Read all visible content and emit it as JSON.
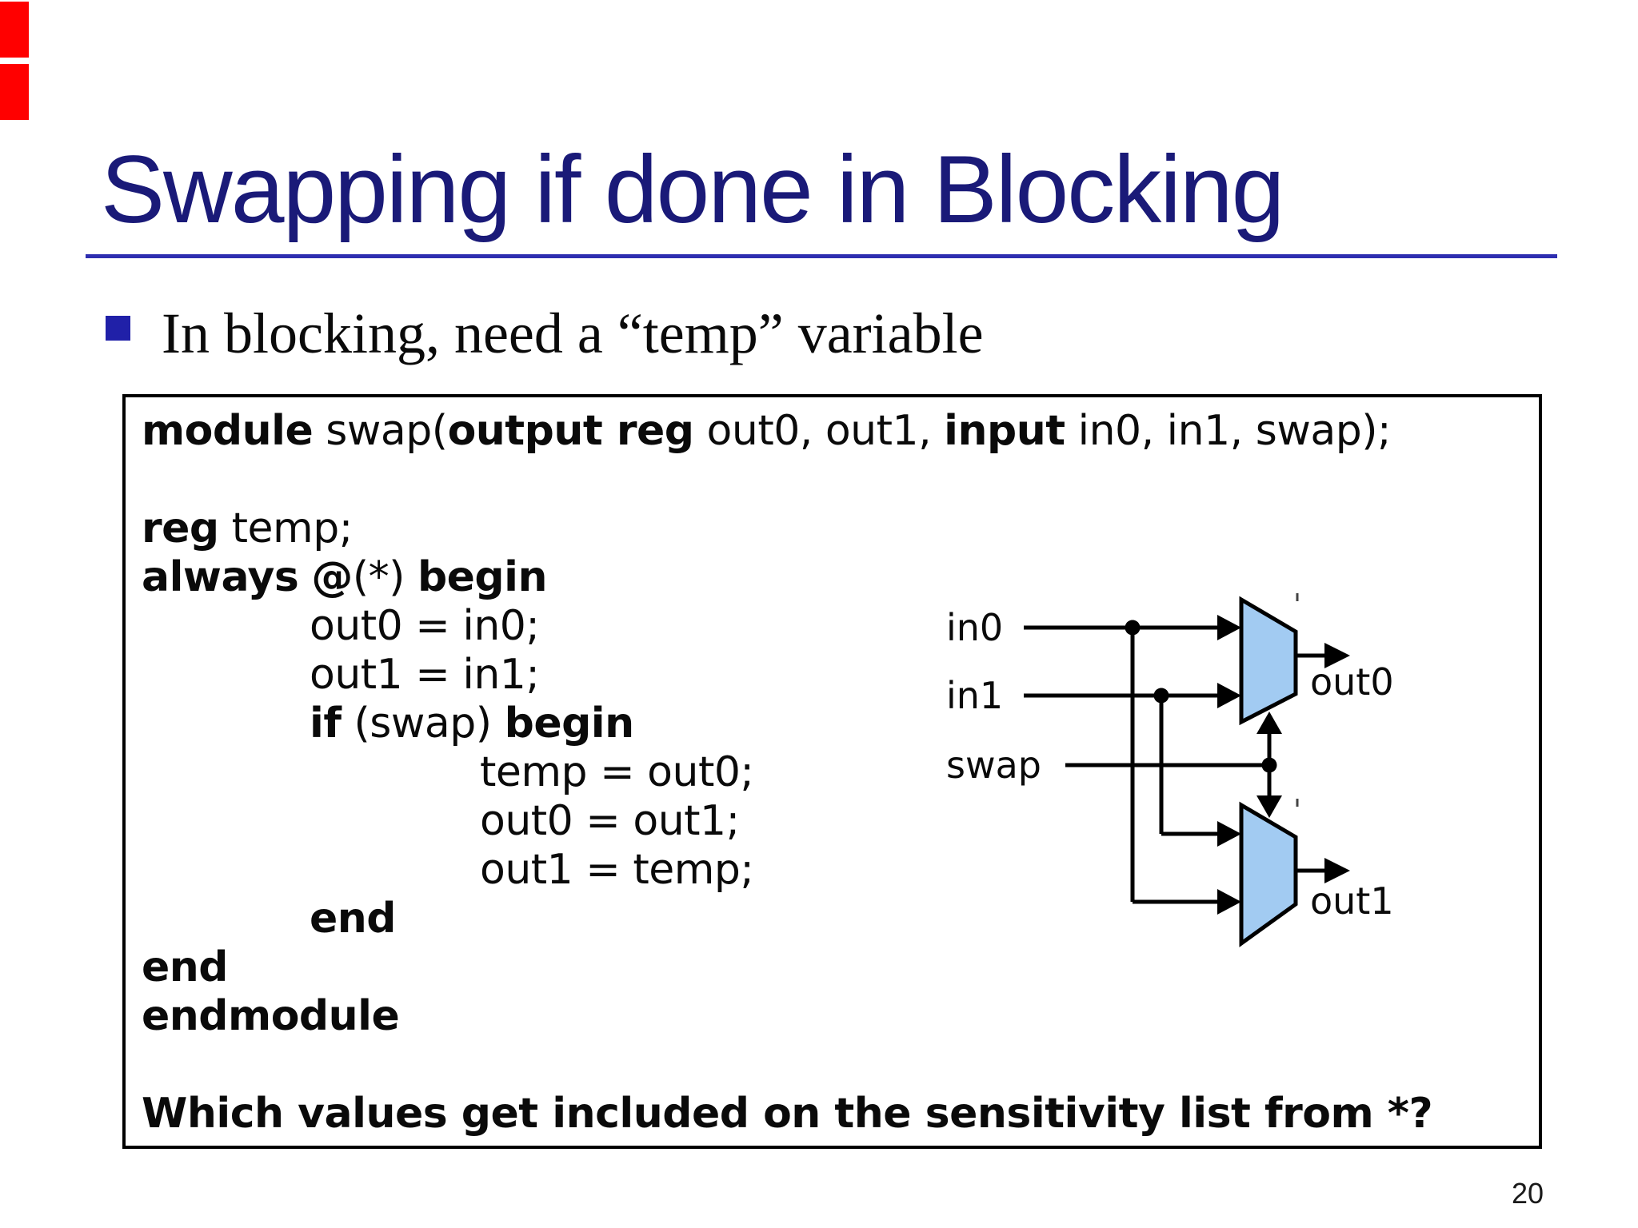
{
  "slide": {
    "title": "Swapping if done in Blocking",
    "bullet": "In blocking, need a “temp” variable",
    "page_number": "20"
  },
  "colors": {
    "title": "#1A1A78",
    "underline": "#2E2EB0",
    "bullet_marker": "#2020A8",
    "accent_red": "#FF0000",
    "mux_fill": "#A2CBF2",
    "wire": "#000000"
  },
  "code": {
    "lines": [
      {
        "indent": 0,
        "segments": [
          {
            "t": "module",
            "b": true
          },
          {
            "t": " swap(",
            "b": false
          },
          {
            "t": "output reg",
            "b": true
          },
          {
            "t": " out0, out1, ",
            "b": false
          },
          {
            "t": "input",
            "b": true
          },
          {
            "t": " in0, in1, swap);",
            "b": false
          }
        ]
      },
      {
        "indent": 0,
        "segments": []
      },
      {
        "indent": 0,
        "segments": [
          {
            "t": "reg",
            "b": true
          },
          {
            "t": " temp;",
            "b": false
          }
        ]
      },
      {
        "indent": 0,
        "segments": [
          {
            "t": "always",
            "b": true
          },
          {
            "t": " ",
            "b": false
          },
          {
            "t": "@",
            "b": true
          },
          {
            "t": "(*) ",
            "b": false
          },
          {
            "t": "begin",
            "b": true
          }
        ]
      },
      {
        "indent": 1,
        "segments": [
          {
            "t": "out0 = in0;",
            "b": false
          }
        ]
      },
      {
        "indent": 1,
        "segments": [
          {
            "t": "out1 = in1;",
            "b": false
          }
        ]
      },
      {
        "indent": 1,
        "segments": [
          {
            "t": "if",
            "b": true
          },
          {
            "t": " (swap) ",
            "b": false
          },
          {
            "t": "begin",
            "b": true
          }
        ]
      },
      {
        "indent": 2,
        "segments": [
          {
            "t": "temp = out0;",
            "b": false
          }
        ]
      },
      {
        "indent": 2,
        "segments": [
          {
            "t": "out0 = out1;",
            "b": false
          }
        ]
      },
      {
        "indent": 2,
        "segments": [
          {
            "t": "out1 = temp;",
            "b": false
          }
        ]
      },
      {
        "indent": 1,
        "segments": [
          {
            "t": "end",
            "b": true
          }
        ]
      },
      {
        "indent": 0,
        "segments": [
          {
            "t": "end",
            "b": true
          }
        ]
      },
      {
        "indent": 0,
        "segments": [
          {
            "t": "endmodule",
            "b": true
          }
        ]
      },
      {
        "indent": 0,
        "segments": []
      },
      {
        "indent": 0,
        "segments": [
          {
            "t": "Which values get included on the sensitivity list from *?",
            "b": true
          }
        ]
      }
    ]
  },
  "diagram": {
    "labels": {
      "in0": "in0",
      "in1": "in1",
      "swap": "swap",
      "out0": "out0",
      "out1": "out1"
    }
  }
}
